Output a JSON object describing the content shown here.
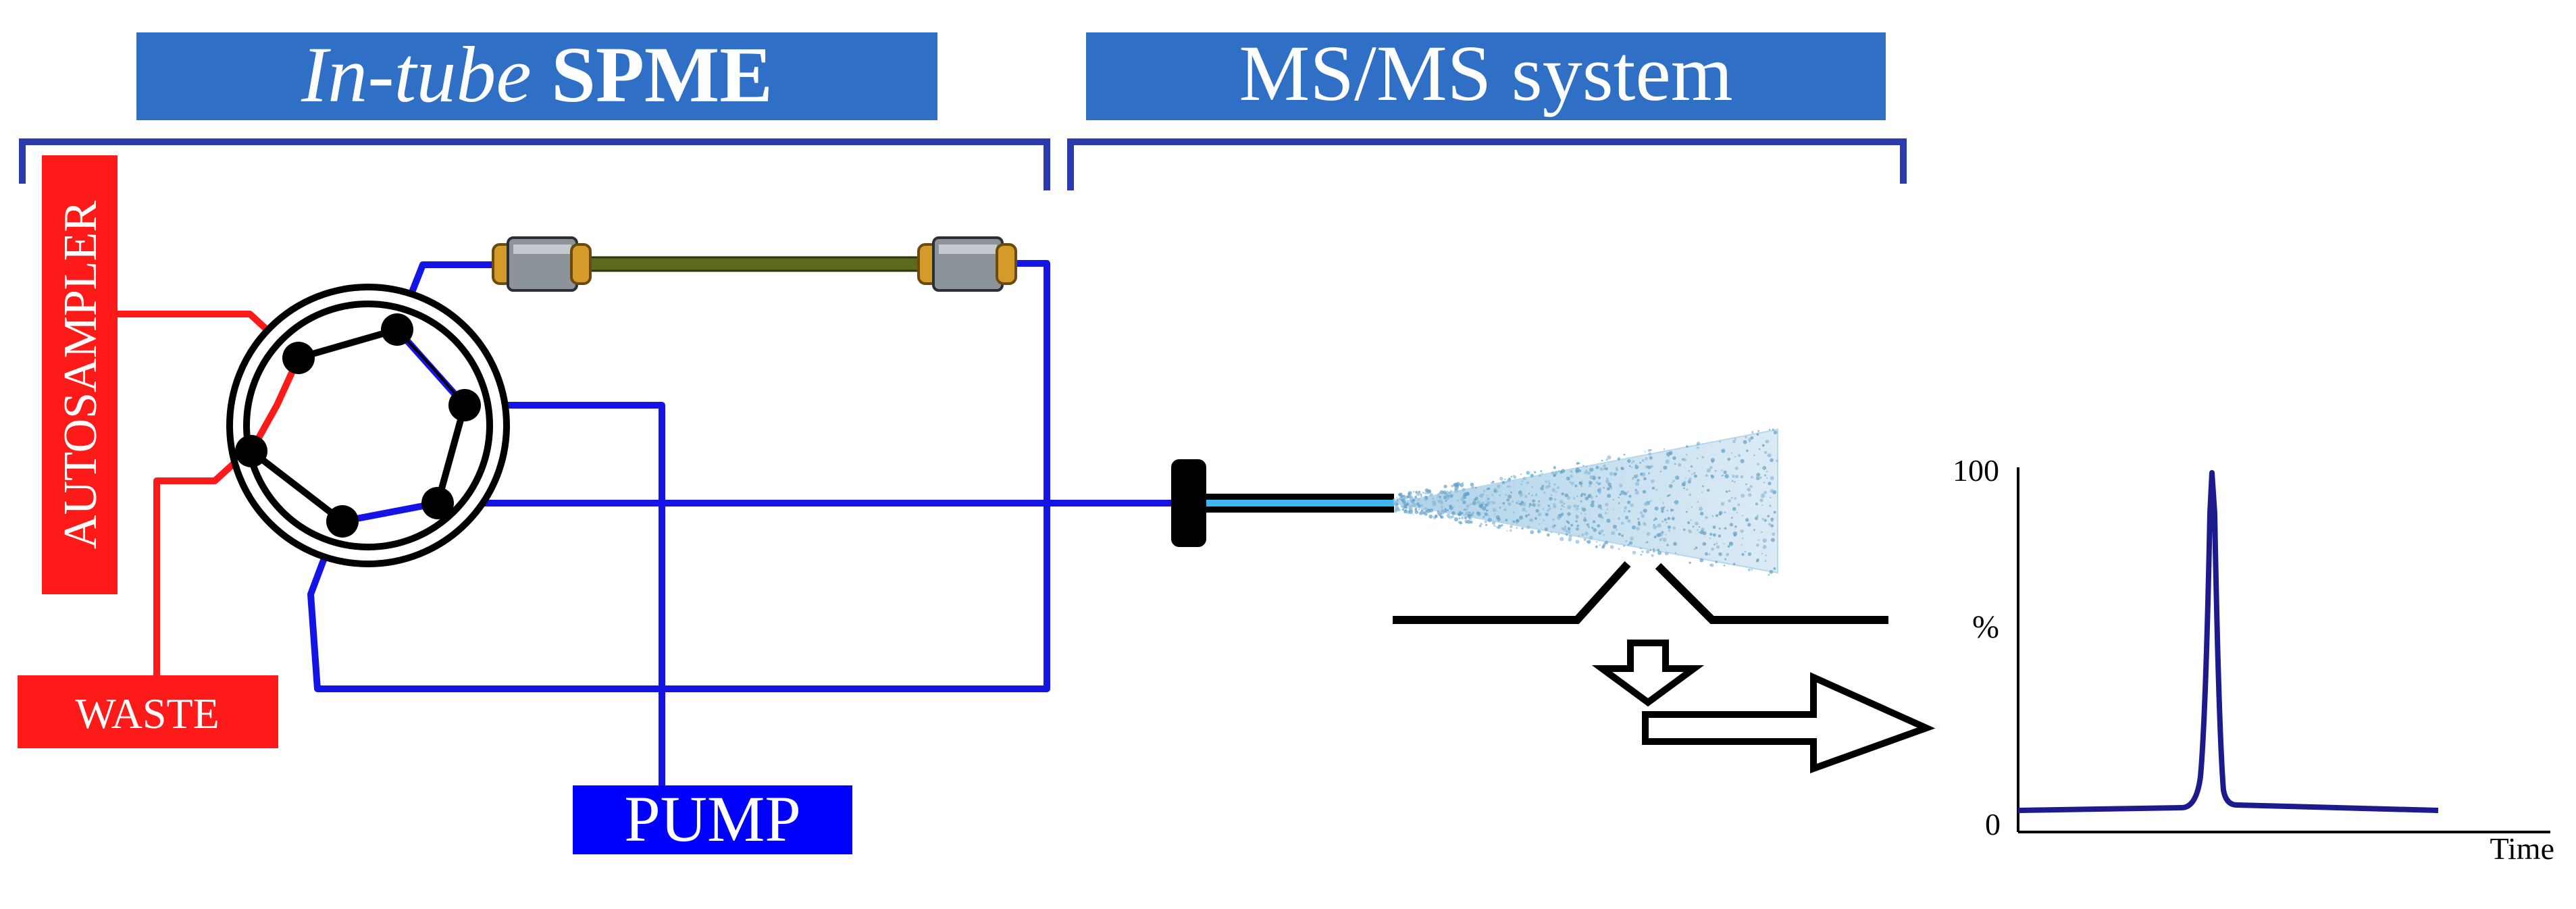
{
  "header": {
    "spme_italic": "In-tube",
    "spme_bold": "SPME",
    "ms": "MS/MS system"
  },
  "labels": {
    "autosampler": "AUTOSAMPLER",
    "waste": "WASTE",
    "pump": "PUMP"
  },
  "chromatogram": {
    "y_top": "100",
    "y_bottom": "0",
    "y_unit": "%",
    "x_label": "Time"
  },
  "colors": {
    "header_blue": "#2f6fc5",
    "bracket_blue": "#2a3bb0",
    "line_blue": "#1414e6",
    "red": "#ff1a1a",
    "pump_blue": "#0000ff",
    "trace": "#1c1a8c",
    "tube_green": "#5c6a1c",
    "fitting_gold": "#d49a2a",
    "fitting_gray": "#8d9499",
    "spray": "#9cc6de"
  }
}
